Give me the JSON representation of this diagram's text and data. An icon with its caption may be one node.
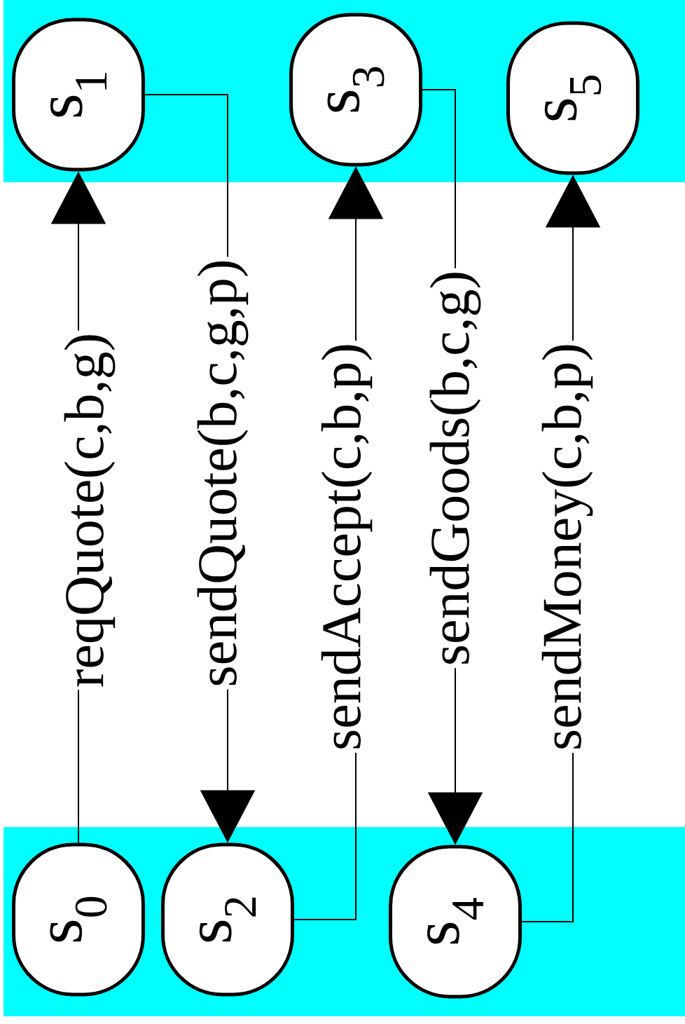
{
  "diagram": {
    "nodes": [
      {
        "text": [],
        "shape": "band"
      },
      {
        "text": [
          "s$_{1}$"
        ],
        "in": 0
      },
      {
        "text": [
          "s$_{3}$"
        ],
        "in": 0
      },
      {
        "text": [
          "s$_{5}$"
        ],
        "in": 0
      },
      {
        "text": [],
        "shape": "band"
      },
      {
        "text": [
          "s$_{0}$"
        ],
        "in": 4
      },
      {
        "text": [
          "s$_{2}$"
        ],
        "in": 4
      },
      {
        "text": [
          "s$_{4}$"
        ],
        "in": 4
      }
    ],
    "edges": [
      {
        "from": 5,
        "to": 1,
        "arrow": "to",
        "label": "reqQuote(c,b,g)"
      },
      {
        "from": 1,
        "to": 6,
        "arrow": "to",
        "label": "sendQuote(b,c,g,p)"
      },
      {
        "from": 6,
        "to": 2,
        "arrow": "to",
        "label": "sendAccept(c,b,p)"
      },
      {
        "from": 2,
        "to": 7,
        "arrow": "to",
        "label": "sendGoods(b,c,g)"
      },
      {
        "from": 7,
        "to": 3,
        "arrow": "to",
        "label": "sendMoney(c,b,p)"
      }
    ]
  }
}
